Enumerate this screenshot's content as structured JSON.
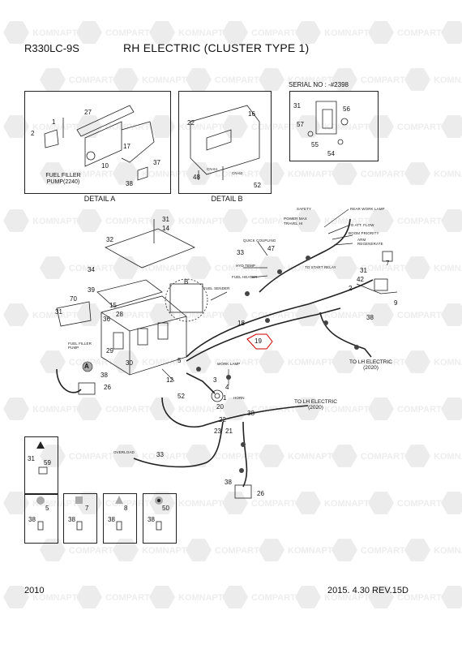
{
  "header": {
    "model": "R330LC-9S",
    "title": "RH ELECTRIC (CLUSTER TYPE 1)",
    "serial": "SERIAL NO : -#2398"
  },
  "details": {
    "a_label": "DETAIL  A",
    "b_label": "DETAIL  B",
    "fuel_filler_pump": "FUEL FILLER\nPUMP(2240)",
    "fuel_filler_pump_main": "FUEL FILLER\nPUMP"
  },
  "callouts": {
    "circle_a": "A",
    "circle_b": "B",
    "highlight": "19"
  },
  "part_numbers": {
    "detail_a": [
      "1",
      "2",
      "27",
      "17",
      "10",
      "37",
      "38"
    ],
    "detail_b": [
      "16",
      "22",
      "48",
      "52"
    ],
    "serial_box": [
      "31",
      "56",
      "57",
      "55",
      "54"
    ],
    "main": [
      "31",
      "14",
      "32",
      "34",
      "39",
      "33",
      "47",
      "28",
      "15",
      "36",
      "29",
      "30",
      "5",
      "12",
      "18",
      "70",
      "31",
      "38",
      "26",
      "42",
      "31",
      "9",
      "7",
      "38",
      "2",
      "1",
      "4",
      "3",
      "22",
      "20",
      "21",
      "23",
      "38",
      "52",
      "33",
      "38",
      "26",
      "31",
      "59"
    ],
    "legend": [
      "38",
      "5",
      "38",
      "7",
      "38",
      "8",
      "38",
      "50"
    ]
  },
  "wire_labels": {
    "rear_work_lamp": "REAR WORK LAMP",
    "safety": "SAFETY",
    "power_max": "POWER MAX",
    "travel_hi": "TRAVEL HI",
    "att_flow": "TO ATT. FLOW",
    "boom_priority": "BOOM PRIORITY",
    "arm_regenerate": "ARM\nREGENERATE",
    "quick_coupling": "QUICK COUPLING",
    "hyd_temp": "HYD TEMP",
    "fuel_heater": "FUEL HEATER",
    "fuel_sender": "FUEL SENDER",
    "to_start_relay": "TO START RELAY",
    "to_lh_electric_1": "TO LH ELECTRIC\n(2020)",
    "to_lh_electric_2": "TO LH ELECTRIC\n(2020)",
    "work_lamp": "WORK LAMP",
    "horn": "HORN",
    "overload": "OVERLOAD",
    "cn_labels": [
      "CN-61",
      "CN-62"
    ]
  },
  "watermark": {
    "brand_1": "KOMNAPT",
    "brand_2": "COMPART"
  },
  "footer": {
    "page": "2010",
    "rev": "2015. 4.30   REV.15D"
  }
}
